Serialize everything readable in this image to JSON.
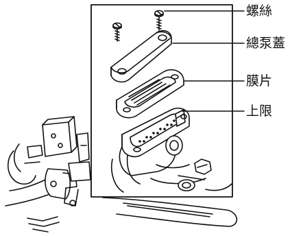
{
  "labels": {
    "screw": "螺絲",
    "master_cylinder_cover": "總泵蓋",
    "diaphragm": "膜片",
    "upper_limit": "上限"
  },
  "colors": {
    "line": "#111111",
    "background": "#ffffff"
  }
}
